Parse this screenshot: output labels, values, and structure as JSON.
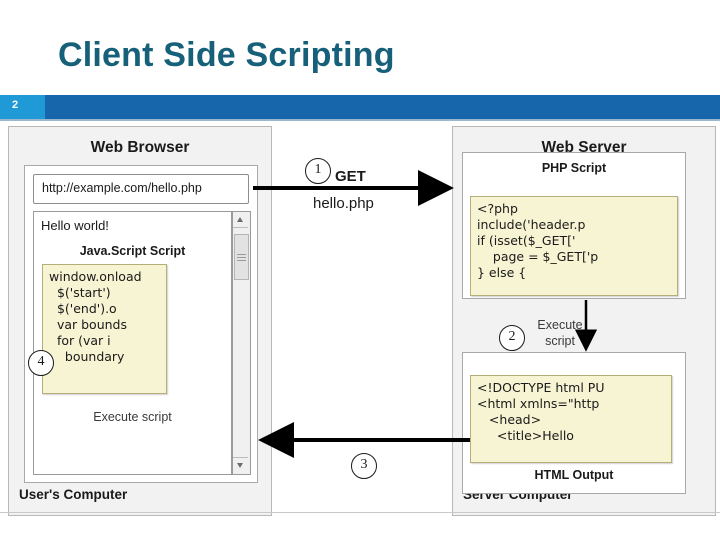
{
  "slide": {
    "title": "Client Side Scripting",
    "number": "2",
    "accent_title_color": "#16607a",
    "bar_color": "#1766ab",
    "number_box_color": "#1f9ad6"
  },
  "browser_panel": {
    "heading": "Web Browser",
    "footer": "User's Computer",
    "url_value": "http://example.com/hello.php",
    "page_text": "Hello world!",
    "js_label": "Java.Script Script",
    "exec_label": "Execute script",
    "js_code": [
      "window.onload",
      "  $('start')",
      "  $('end').o",
      "  var bounds",
      "  for (var i",
      "    boundary"
    ]
  },
  "server_panel": {
    "heading": "Web Server",
    "footer": "Server Computer",
    "php_label": "PHP Script",
    "html_label": "HTML Output",
    "php_code": [
      "<?php",
      "include('header.p",
      "if (isset($_GET['",
      "    page = $_GET['p",
      "} else {"
    ],
    "html_code": [
      "<!DOCTYPE html PU",
      "<html xmlns=\"http",
      "   <head>",
      "     <title>Hello"
    ]
  },
  "flow": {
    "step1": "1",
    "step2": "2",
    "step3": "3",
    "step4": "4",
    "get_label": "GET",
    "request_file": "hello.php",
    "execute_label": "Execute\nscript"
  },
  "icons": {
    "scroll_up": "scroll-up-arrow-icon",
    "scroll_down": "scroll-down-arrow-icon",
    "scroll_thumb": "scrollbar-thumb"
  }
}
